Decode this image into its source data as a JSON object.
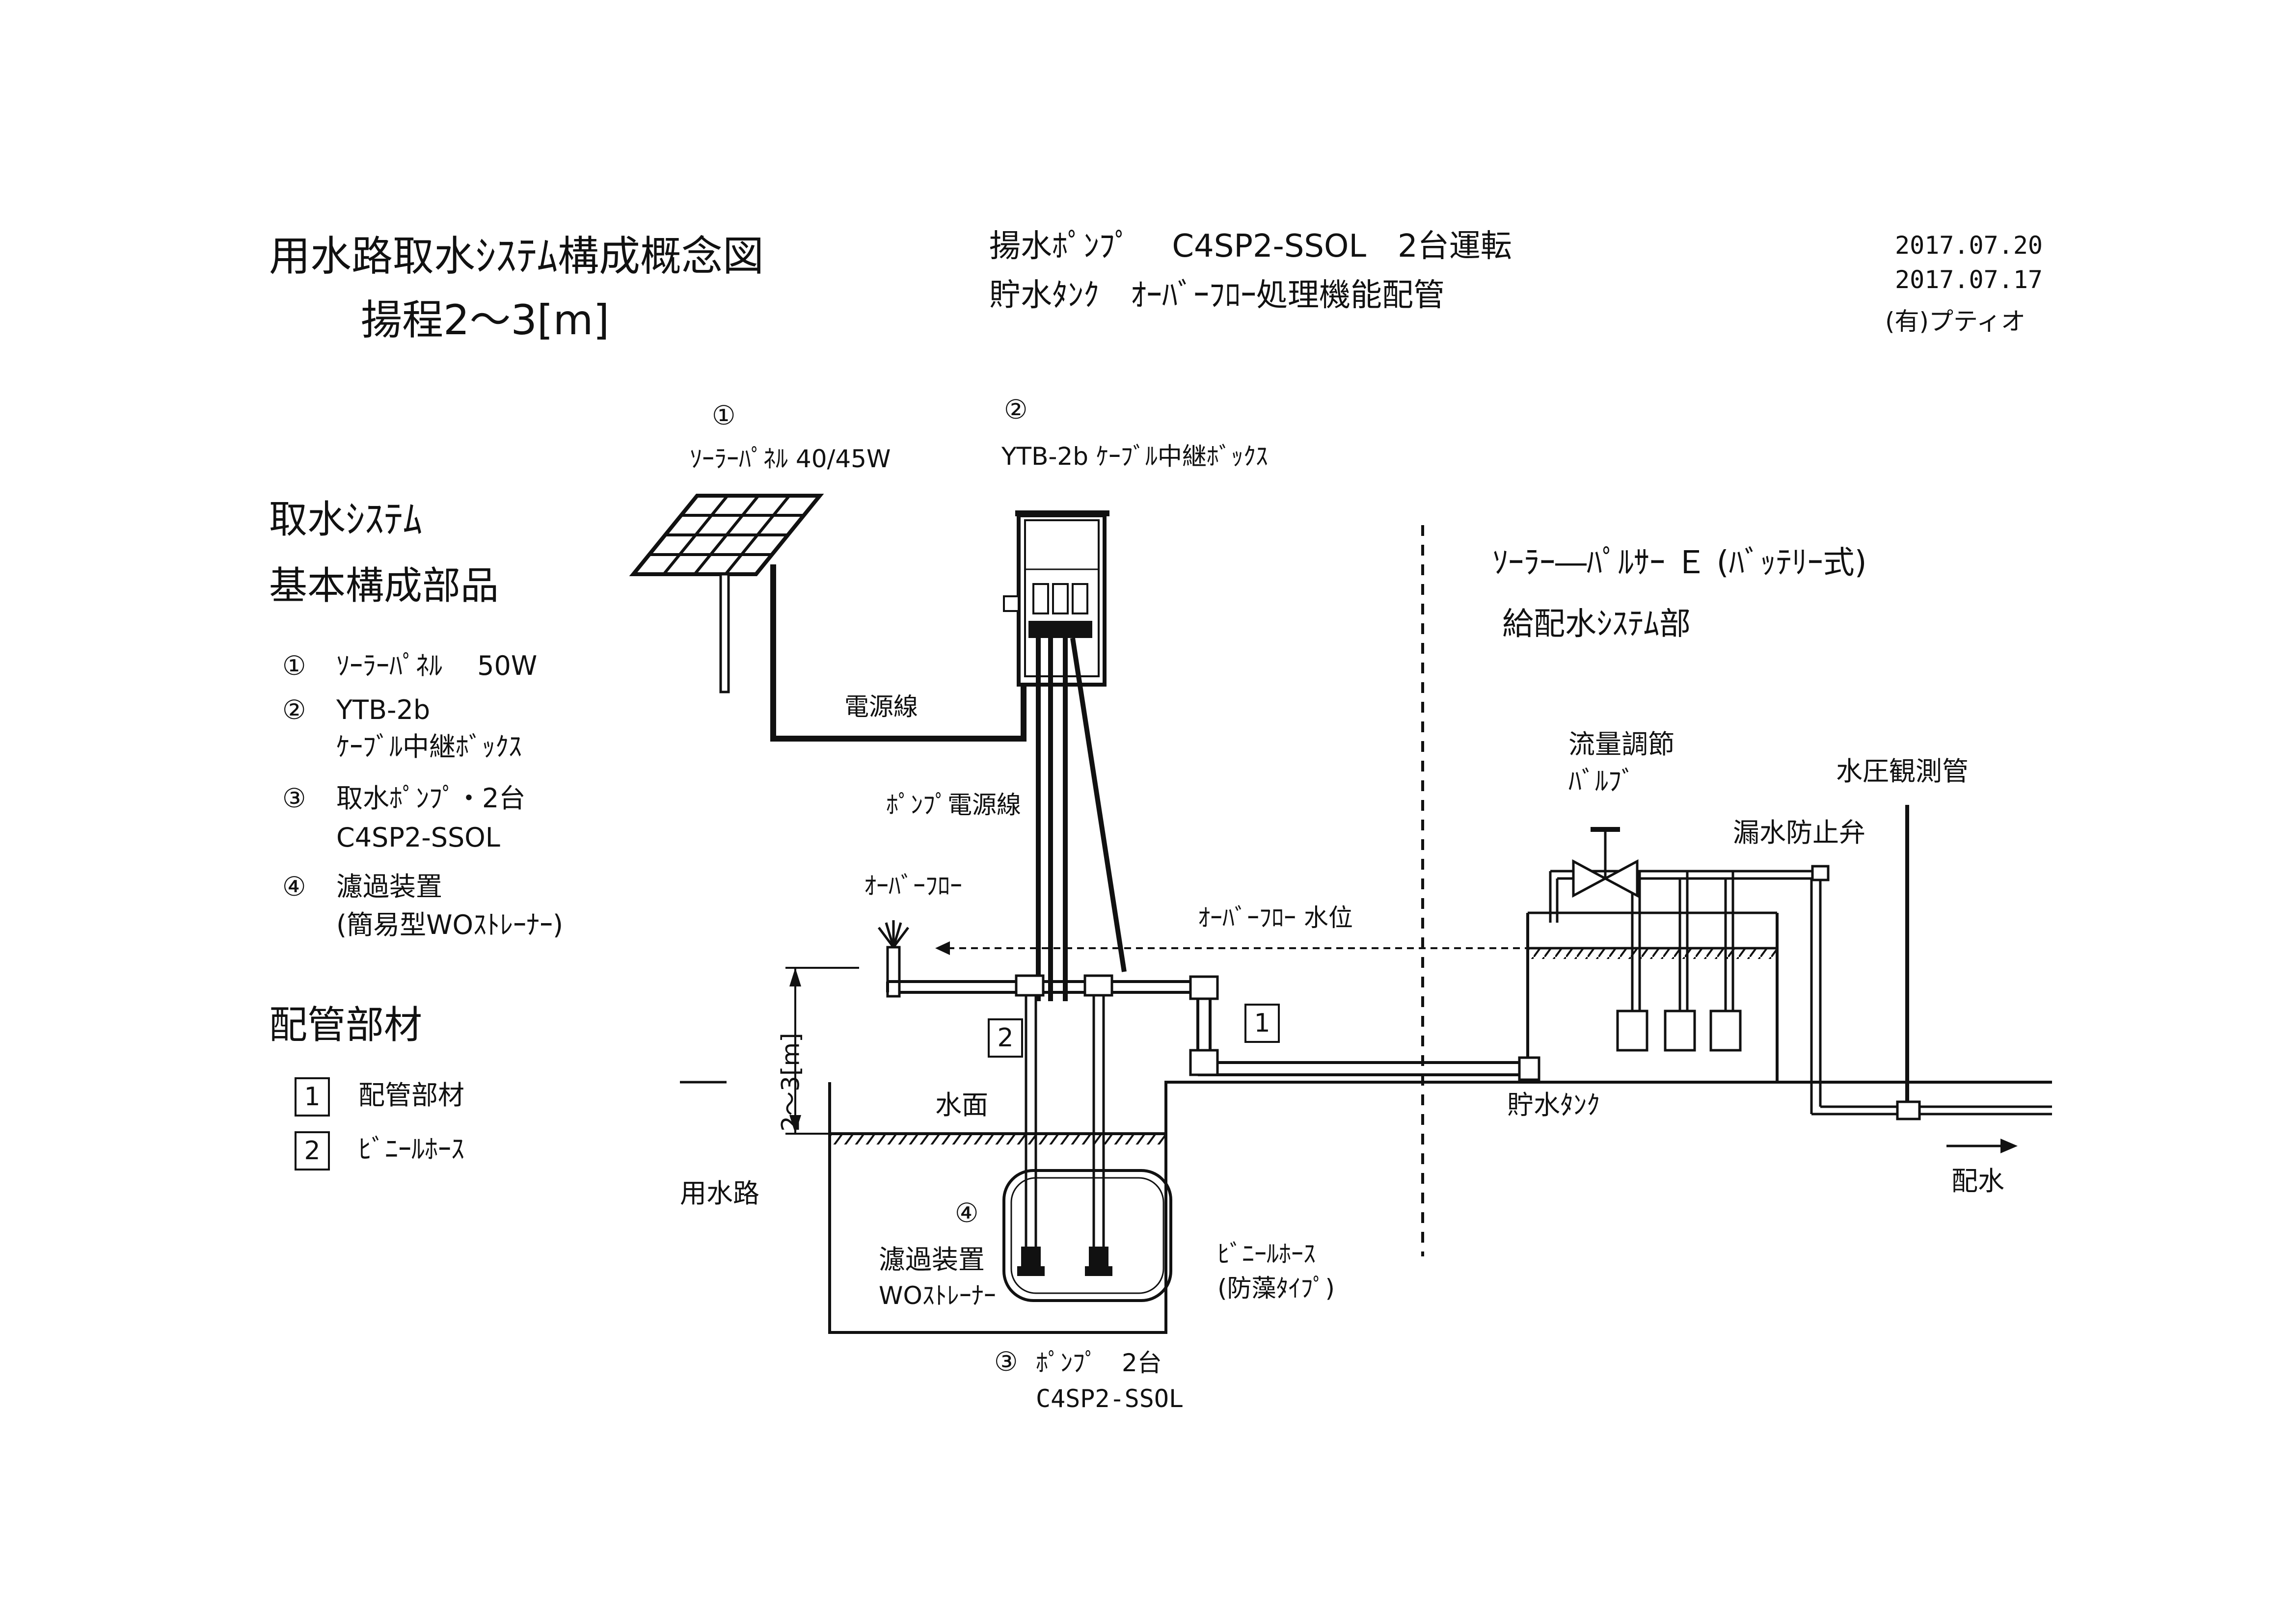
{
  "header": {
    "title": "用水路取水ｼｽﾃﾑ構成概念図",
    "head_label": "揚程2〜3[m]",
    "pump_line": "揚水ﾎﾟﾝﾌﾟ　 C4SP2-SSOL　2台運転",
    "tank_line": "貯水ﾀﾝｸ　ｵｰﾊﾞｰﾌﾛｰ処理機能配管",
    "date1": "2017.07.20",
    "date2": "2017.07.17",
    "company": "(有)プティオ"
  },
  "left_legend": {
    "heading1": "取水ｼｽﾃﾑ",
    "heading2": "基本構成部品",
    "items": [
      {
        "num": "①",
        "line1": "ｿｰﾗｰﾊﾟﾈﾙ　 50W",
        "line2": ""
      },
      {
        "num": "②",
        "line1": "YTB-2b",
        "line2": "ｹｰﾌﾞﾙ中継ﾎﾞｯｸｽ"
      },
      {
        "num": "③",
        "line1": "取水ﾎﾟﾝﾌﾟ・2台",
        "line2": "C4SP2-SSOL"
      },
      {
        "num": "④",
        "line1": "濾過装置",
        "line2": "(簡易型WOｽﾄﾚｰﾅｰ)"
      }
    ],
    "piping_heading": "配管部材",
    "piping_items": [
      {
        "num": "1",
        "label": "配管部材"
      },
      {
        "num": "2",
        "label": "ﾋﾞﾆｰﾙﾎｰｽ"
      }
    ]
  },
  "diagram": {
    "solar_num": "①",
    "solar_label": "ｿｰﾗｰﾊﾟﾈﾙ 40/45W",
    "box_num": "②",
    "box_label": "YTB-2b ｹｰﾌﾞﾙ中継ﾎﾞｯｸｽ",
    "power_line": "電源線",
    "pump_power_line": "ﾎﾟﾝﾌﾟ電源線",
    "overflow": "ｵｰﾊﾞｰﾌﾛｰ",
    "overflow_level": "ｵｰﾊﾞｰﾌﾛｰ 水位",
    "head_dim": "2〜3[m]",
    "water_surface": "水面",
    "canal": "用水路",
    "filter_num": "④",
    "filter_line1": "濾過装置",
    "filter_line2": "WOｽﾄﾚｰﾅｰ",
    "hose_line1": "ﾋﾞﾆｰﾙﾎｰｽ",
    "hose_line2": "(防藻ﾀｲﾌﾟ)",
    "pump_num": "③",
    "pump_line1": "ﾎﾟﾝﾌﾟ　2台",
    "pump_line2": "C4SP2-SSOL",
    "pipe_tag1": "1",
    "pipe_tag2": "2"
  },
  "right_section": {
    "title": "ｿｰﾗｰ―ﾊﾟﾙｻｰ Ｅ (ﾊﾞｯﾃﾘｰ式)",
    "subtitle": "給配水ｼｽﾃﾑ部",
    "flow_valve1": "流量調節",
    "flow_valve2": "ﾊﾞﾙﾌﾞ",
    "pressure_pipe": "水圧観測管",
    "check_valve": "漏水防止弁",
    "tank": "貯水ﾀﾝｸ",
    "distribution": "配水"
  }
}
